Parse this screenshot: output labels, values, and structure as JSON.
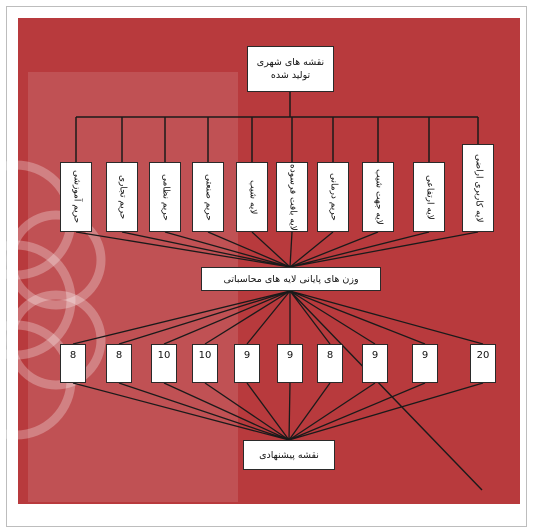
{
  "top_box": {
    "line1": "نقشه های شهری",
    "line2": "تولید شده"
  },
  "layers": [
    "حریم آموزشی",
    "حریم تجاری",
    "حریم نظامی",
    "حریم صنعتی",
    "لایه شیب",
    "لایه بافت فرسوده",
    "حریم درمانی",
    "لایه جهت شیب",
    "لایه ارتفاعی",
    "لایه کاربری اراضی"
  ],
  "weights_box": "وزن های پایانی لایه های محاسباتی",
  "weights": [
    "8",
    "8",
    "10",
    "10",
    "9",
    "9",
    "8",
    "9",
    "9",
    "20"
  ],
  "result_box": "نقشه پیشنهادی",
  "colors": {
    "panel": "#b83a3d",
    "box_fill": "#ffffff",
    "line": "#1a1a1a"
  }
}
